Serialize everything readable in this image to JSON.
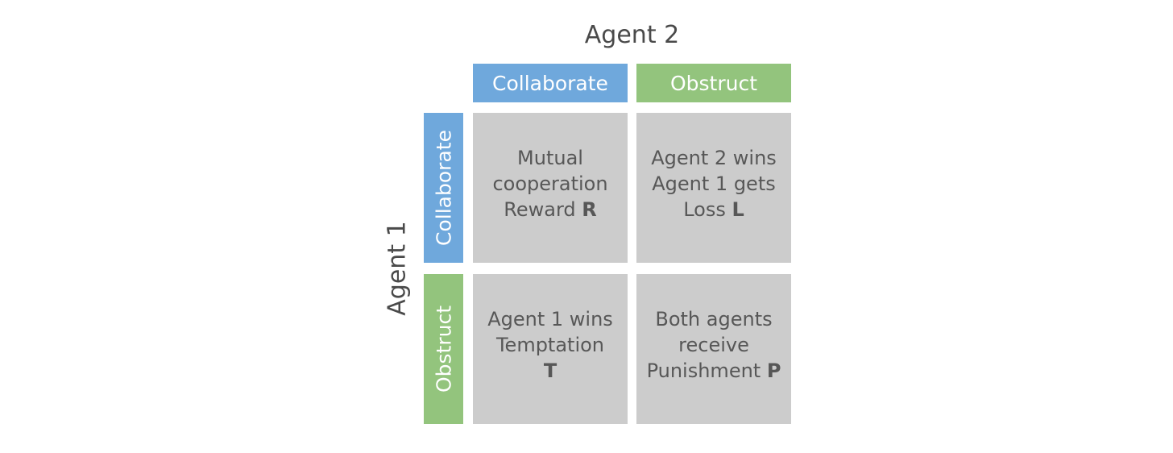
{
  "agent2_label": "Agent 2",
  "agent1_label": "Agent 1",
  "columns": [
    {
      "label": "Collaborate",
      "color": "#6fa8dc"
    },
    {
      "label": "Obstruct",
      "color": "#93c47d"
    }
  ],
  "rows": [
    {
      "label": "Collaborate",
      "color": "#6fa8dc"
    },
    {
      "label": "Obstruct",
      "color": "#93c47d"
    }
  ],
  "cells": {
    "cc": {
      "lines": [
        "Mutual",
        "cooperation",
        "Reward "
      ],
      "symbol": "R"
    },
    "co": {
      "lines": [
        "Agent 2 wins",
        "Agent 1 gets",
        "Loss "
      ],
      "symbol": "L"
    },
    "oc": {
      "lines": [
        "Agent 1 wins",
        "Temptation",
        ""
      ],
      "symbol": "T"
    },
    "oo": {
      "lines": [
        "Both agents",
        "receive",
        "Punishment "
      ],
      "symbol": "P"
    }
  }
}
